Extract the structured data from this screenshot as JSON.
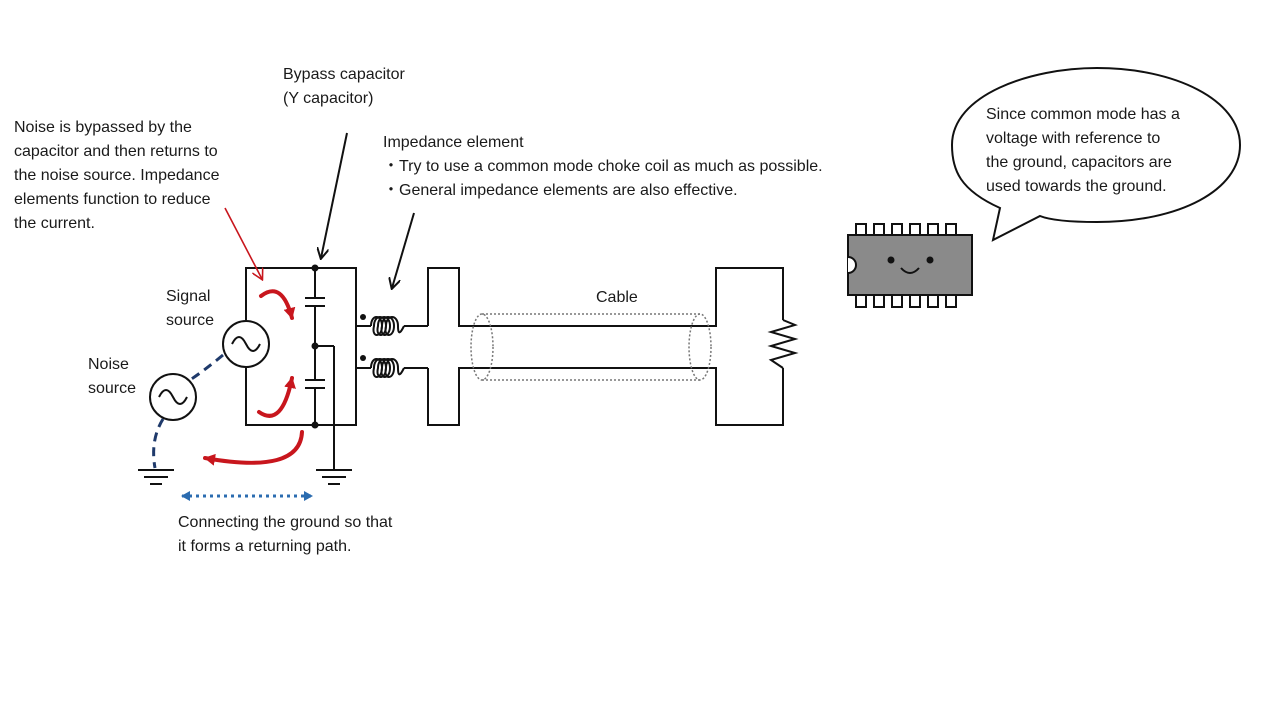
{
  "annotations": {
    "noise_bypass": {
      "lines": [
        "Noise is bypassed by the",
        "capacitor and then returns to",
        "the noise source. Impedance",
        "elements function to reduce",
        "the current."
      ]
    },
    "bypass_capacitor": {
      "lines": [
        "Bypass capacitor",
        "(Y capacitor)"
      ]
    },
    "impedance_element": {
      "title": "Impedance element",
      "bullets": [
        "・Try to use a common mode choke coil as much as possible.",
        "・General impedance elements are also effective."
      ]
    },
    "signal_source": {
      "lines": [
        "Signal",
        "source"
      ]
    },
    "noise_source": {
      "lines": [
        "Noise",
        "source"
      ]
    },
    "cable": "Cable",
    "ground_path": {
      "lines": [
        "Connecting the ground so that",
        "it forms a returning path."
      ]
    },
    "speech_bubble": {
      "lines": [
        "Since common mode has a",
        "voltage with reference to",
        "the ground, capacitors are",
        "used towards the ground."
      ]
    }
  },
  "colors": {
    "wire": "#111111",
    "noise_current": "#c8161d",
    "ground_link": "#2b6cb0",
    "noise_wire": "#1f3a6b",
    "chip_body": "#8a8a8a"
  },
  "icons": {
    "chip": "ic-chip-mascot-icon",
    "source": "ac-source-icon",
    "ground": "ground-symbol-icon",
    "resistor": "resistor-icon",
    "choke": "common-mode-choke-icon"
  }
}
